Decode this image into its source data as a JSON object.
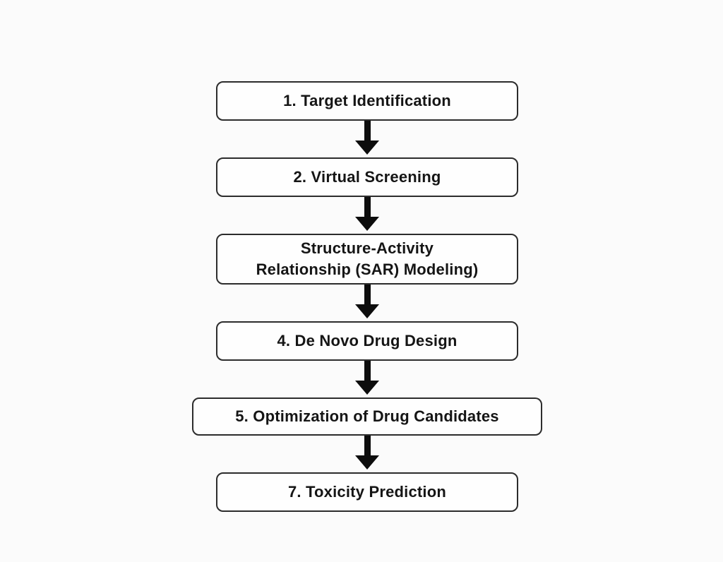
{
  "diagram": {
    "type": "flowchart",
    "direction": "top-down",
    "colors": {
      "background": "#fbfbfb",
      "node_fill": "#fefefe",
      "node_border": "#2c2c2c",
      "text": "#151515",
      "arrow": "#0d0d0d"
    },
    "nodes": [
      {
        "label": "1. Target Identification"
      },
      {
        "label": "2. Virtual Screening"
      },
      {
        "label": "Structure-Activity Relationship (SAR) Modeling)",
        "line1": "Structure-Activity",
        "line2": "Relationship (SAR) Modeling)"
      },
      {
        "label": "4. De Novo Drug Design"
      },
      {
        "label": "5. Optimization of Drug Candidates"
      },
      {
        "label": "7. Toxicity Prediction"
      }
    ]
  }
}
